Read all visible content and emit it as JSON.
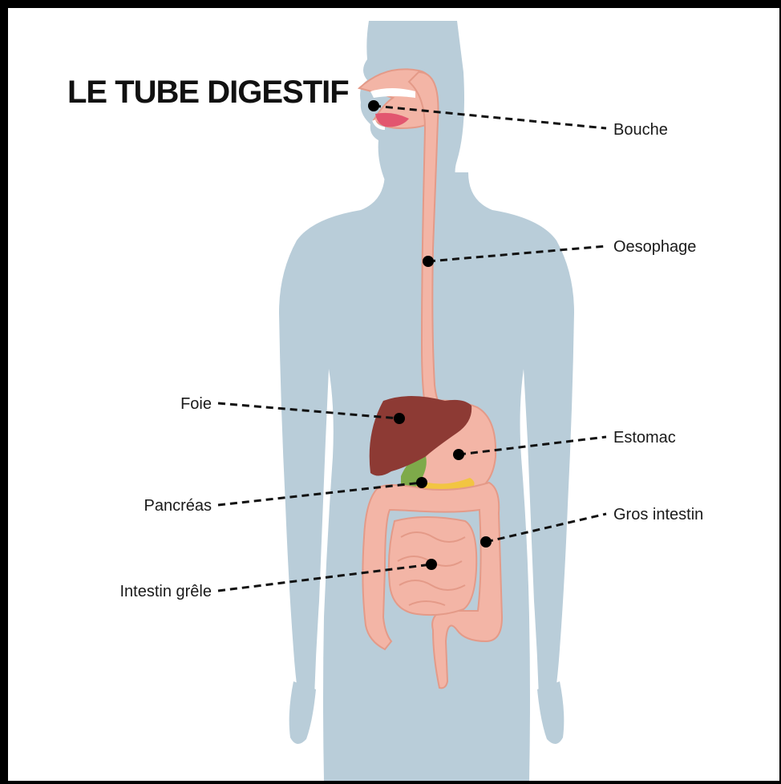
{
  "title": "LE TUBE DIGESTIF",
  "colors": {
    "body": "#b9cdd9",
    "tract": "#f3b5a6",
    "tract_outline": "#e49a88",
    "liver": "#8d3a34",
    "gallbladder": "#7eaa4a",
    "pancreas": "#f2c542",
    "mouth": "#e2566f"
  },
  "labels": {
    "bouche": "Bouche",
    "oesophage": "Oesophage",
    "foie": "Foie",
    "estomac": "Estomac",
    "pancreas": "Pancréas",
    "gros_intestin": "Gros intestin",
    "intestin_grele": "Intestin grêle"
  }
}
